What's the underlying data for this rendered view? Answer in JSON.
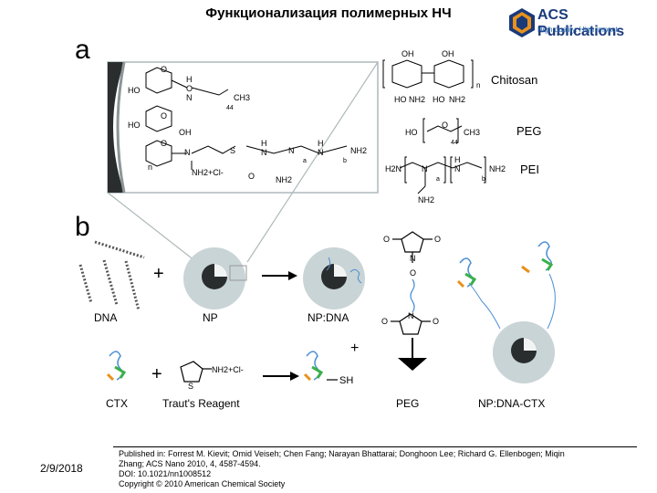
{
  "title": "Функционализация полимерных НЧ",
  "logo": {
    "brand": "ACS Publications",
    "tagline": "High quality. High impact."
  },
  "panel_a": {
    "letter": "a",
    "labels": {
      "chitosan": "Chitosan",
      "peg": "PEG",
      "pei": "PEI"
    },
    "chem": {
      "oh": "OH",
      "ho": "HO",
      "n": "N",
      "h": "H",
      "o": "O",
      "s": "S",
      "nh2": "NH2",
      "ch3": "CH3",
      "n44": "44",
      "sub_a": "a",
      "sub_b": "b",
      "sub_n": "n",
      "h2n": "H2N",
      "nh2cl": "NH2+Cl-"
    }
  },
  "panel_b": {
    "letter": "b",
    "labels": {
      "dna": "DNA",
      "np": "NP",
      "np_dna": "NP:DNA",
      "ctx": "CTX",
      "trauts": "Traut's Reagent",
      "peg": "PEG",
      "np_dna_ctx": "NP:DNA-CTX",
      "plus": "+",
      "sh": "SH",
      "nh2cl": "NH2+Cl-",
      "s": "S",
      "o": "O",
      "n": "N"
    }
  },
  "footer": {
    "date": "2/9/2018",
    "line1": "Published in: Forrest M. Kievit; Omid Veiseh; Chen Fang; Narayan Bhattarai; Donghoon Lee; Richard G. Ellenbogen; Miqin",
    "line2": "Zhang; ACS Nano  2010, 4, 4587-4594.",
    "line3": "DOI: 10.1021/nn1008512",
    "line4": "Copyright © 2010 American Chemical Society"
  },
  "colors": {
    "acs_blue": "#1a3a7a",
    "acs_orange": "#e8911c",
    "dna_blue": "#4a8fd4",
    "np_gray": "#9aa4a8"
  }
}
